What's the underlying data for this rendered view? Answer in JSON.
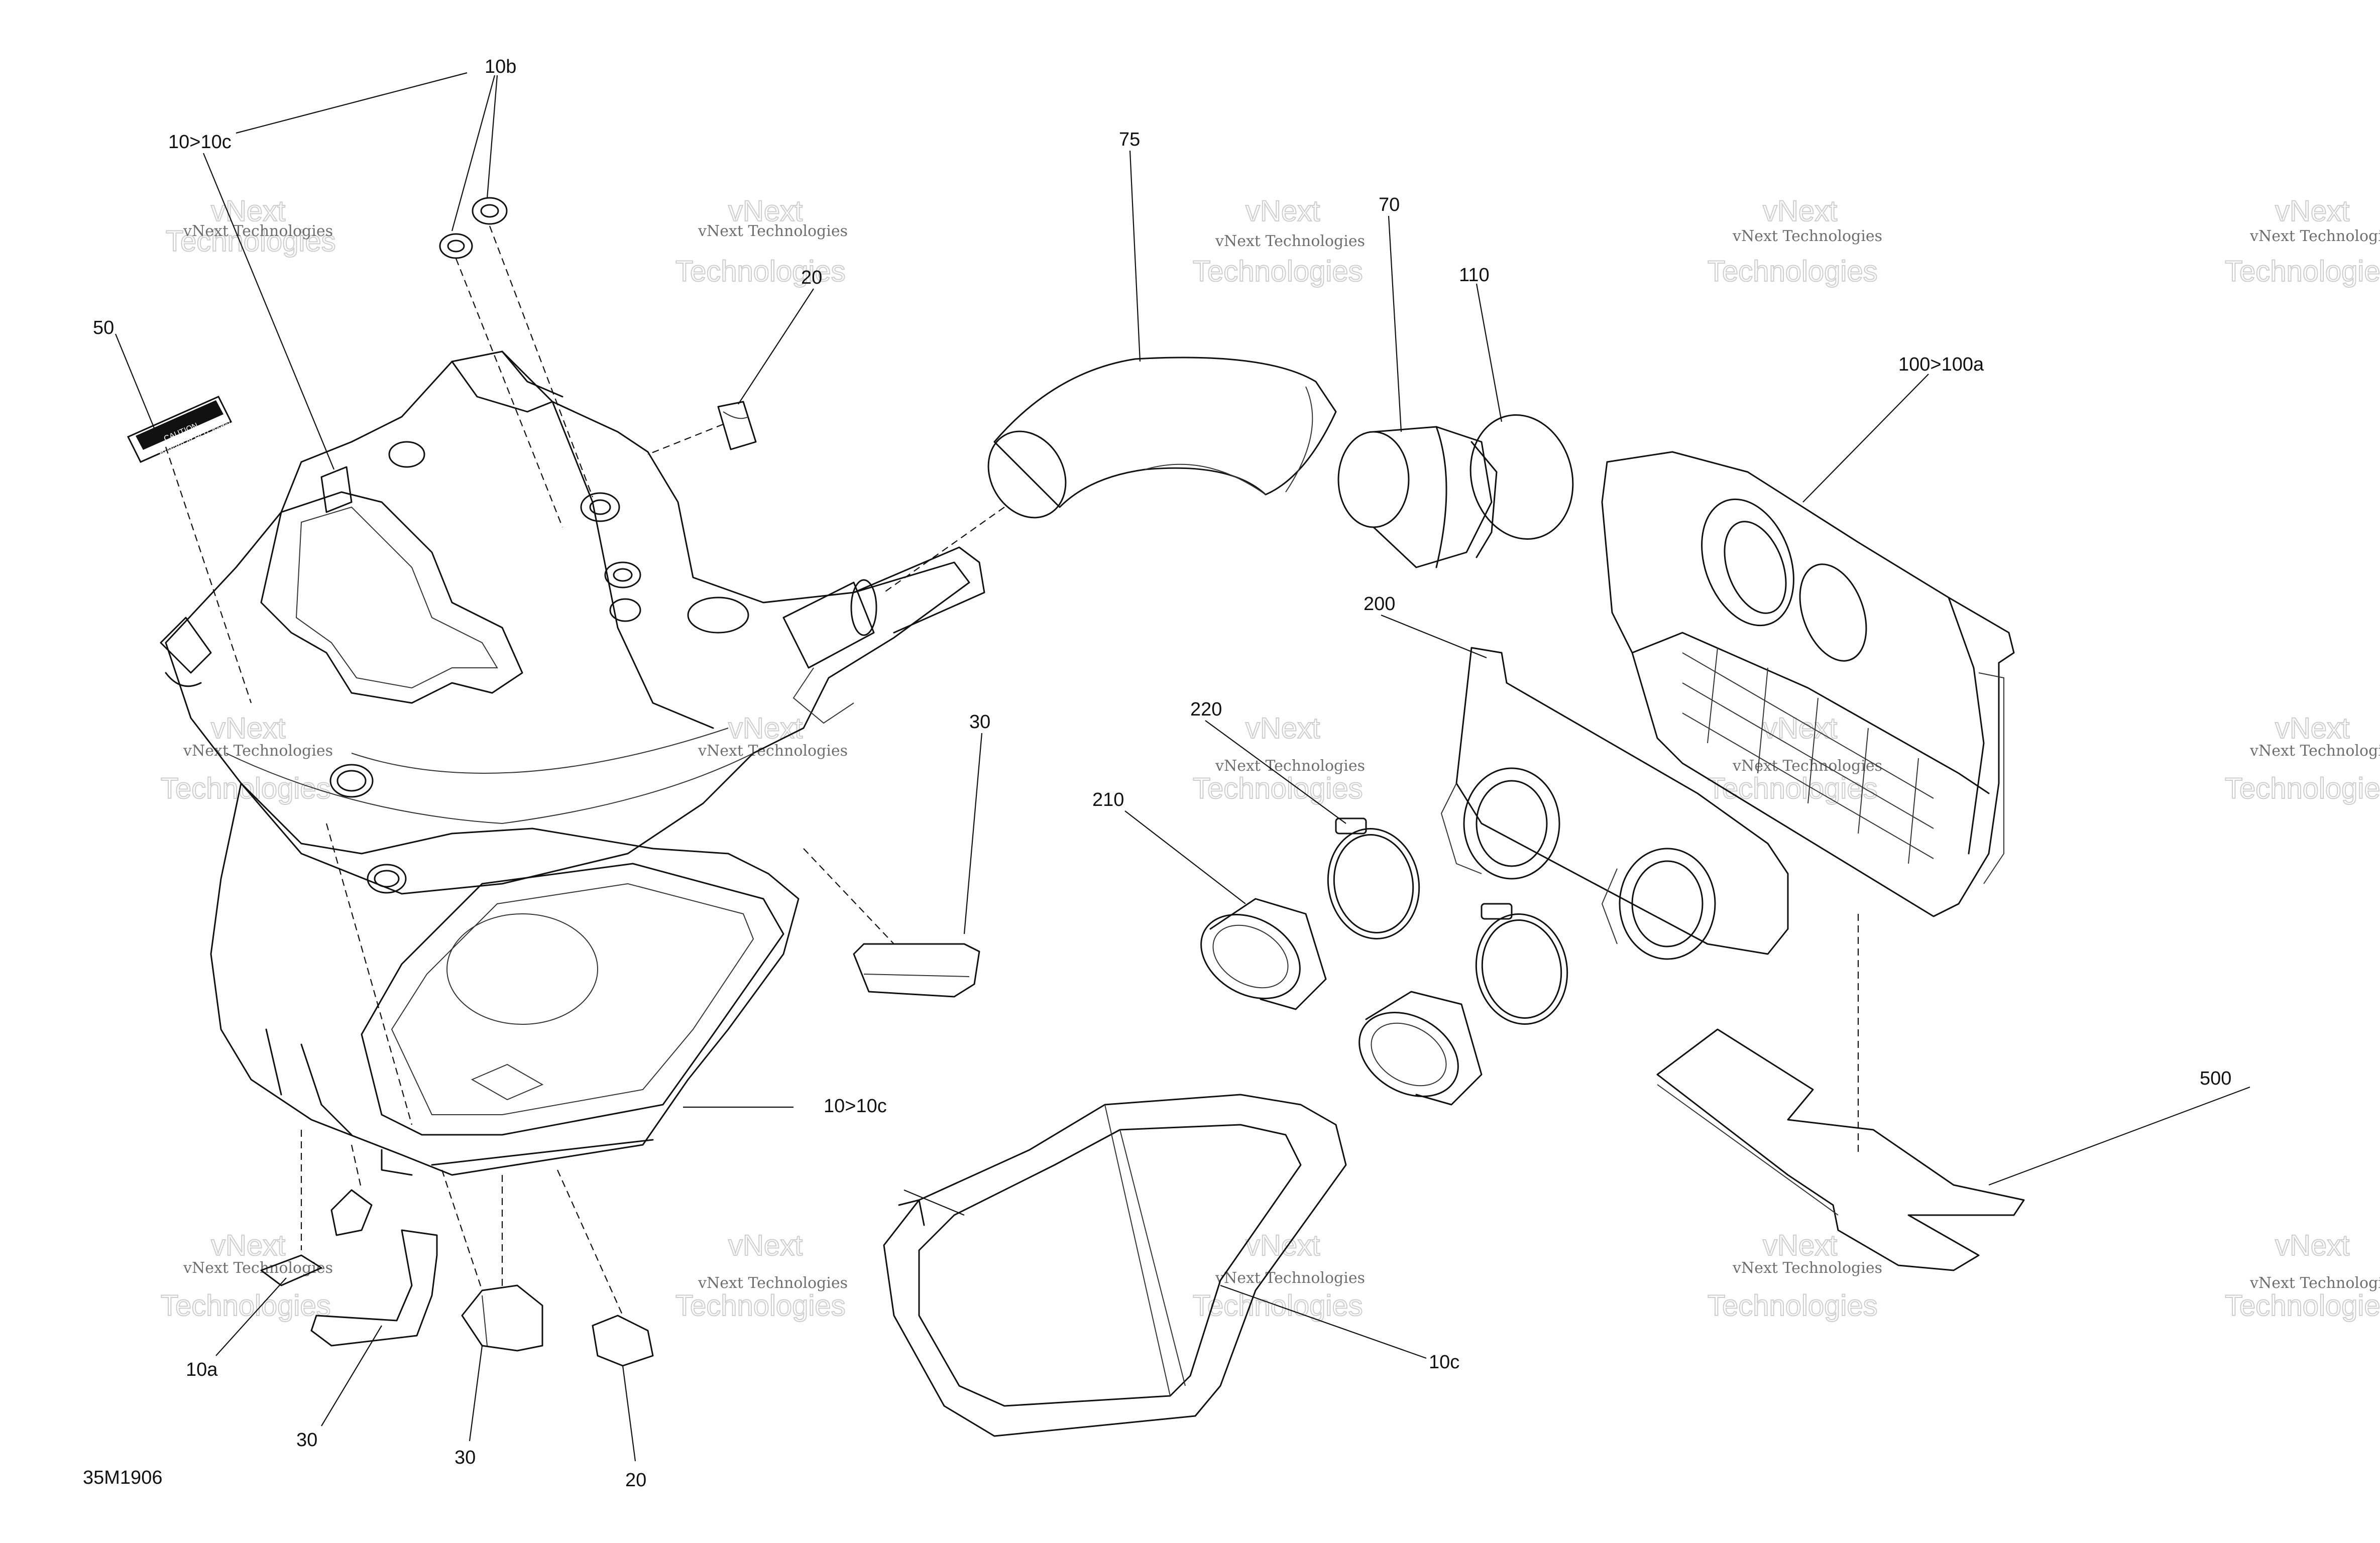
{
  "figure_id": "35M1906",
  "watermark": {
    "line1": "vNext Technologies",
    "line2": "vNext",
    "line3": "Technologies"
  },
  "label_sticker": {
    "line1": "CAUTION",
    "line2": "Beware of HOT parts!"
  },
  "callouts": {
    "c10b": "10b",
    "c10to10c_top": "10>10c",
    "c50": "50",
    "c20_top": "20",
    "c75": "75",
    "c70": "70",
    "c110": "110",
    "c100to100a": "100>100a",
    "c200": "200",
    "c220": "220",
    "c210": "210",
    "c30_right": "30",
    "c10to10c_mid": "10>10c",
    "c500": "500",
    "c10a": "10a",
    "c30_bl": "30",
    "c30_bm": "30",
    "c20_bottom": "20",
    "c10c": "10c"
  },
  "colors": {
    "line": "#111111",
    "watermark": "#c8c8c8",
    "background": "#ffffff"
  }
}
